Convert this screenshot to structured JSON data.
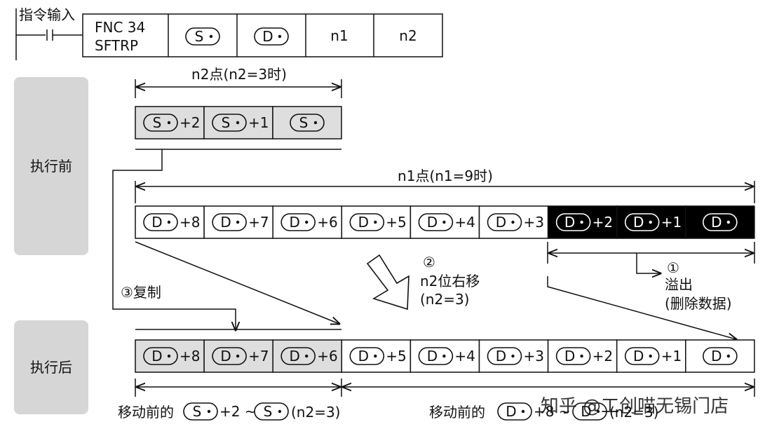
{
  "instruction": {
    "input_label": "指令输入",
    "fnc_line1": "FNC 34",
    "fnc_line2": "SFTRP",
    "operand_s": "S",
    "operand_d": "D",
    "n1": "n1",
    "n2": "n2"
  },
  "side_labels": {
    "before": "执行前",
    "after": "执行后"
  },
  "before": {
    "n2_span_label": "n2点(n2=3时)",
    "n1_span_label": "n1点(n1=9时)",
    "source_cells": [
      {
        "base": "S",
        "suffix": "+2"
      },
      {
        "base": "S",
        "suffix": "+1"
      },
      {
        "base": "S",
        "suffix": ""
      }
    ],
    "dest_cells": [
      {
        "base": "D",
        "suffix": "+8",
        "dark": false
      },
      {
        "base": "D",
        "suffix": "+7",
        "dark": false
      },
      {
        "base": "D",
        "suffix": "+6",
        "dark": false
      },
      {
        "base": "D",
        "suffix": "+5",
        "dark": false
      },
      {
        "base": "D",
        "suffix": "+4",
        "dark": false
      },
      {
        "base": "D",
        "suffix": "+3",
        "dark": false
      },
      {
        "base": "D",
        "suffix": "+2",
        "dark": true
      },
      {
        "base": "D",
        "suffix": "+1",
        "dark": true
      },
      {
        "base": "D",
        "suffix": "",
        "dark": true
      }
    ]
  },
  "steps": {
    "shift_num": "②",
    "shift_text": "n2位右移",
    "shift_cond": "(n2=3)",
    "overflow_num": "①",
    "overflow_text": "溢出",
    "overflow_sub": "(删除数据)",
    "copy_label": "③复制"
  },
  "after": {
    "cells": [
      {
        "base": "D",
        "suffix": "+8",
        "gray": true
      },
      {
        "base": "D",
        "suffix": "+7",
        "gray": true
      },
      {
        "base": "D",
        "suffix": "+6",
        "gray": true
      },
      {
        "base": "D",
        "suffix": "+5",
        "gray": false
      },
      {
        "base": "D",
        "suffix": "+4",
        "gray": false
      },
      {
        "base": "D",
        "suffix": "+3",
        "gray": false
      },
      {
        "base": "D",
        "suffix": "+2",
        "gray": false
      },
      {
        "base": "D",
        "suffix": "+1",
        "gray": false
      },
      {
        "base": "D",
        "suffix": "",
        "gray": false
      }
    ],
    "left_prefix": "移动前的",
    "left_mid": "+2 ~",
    "left_suffix": "(n2=3)",
    "right_prefix": "移动前的",
    "right_mid": "+8 ~",
    "right_suffix": "(n2=3)"
  },
  "watermark": "知乎 @工创喵无锡门店",
  "colors": {
    "panel": "#d6d6d6",
    "gray_cell": "#dedede",
    "dark_cell": "#000000",
    "watermark": "#b8b8b8"
  }
}
